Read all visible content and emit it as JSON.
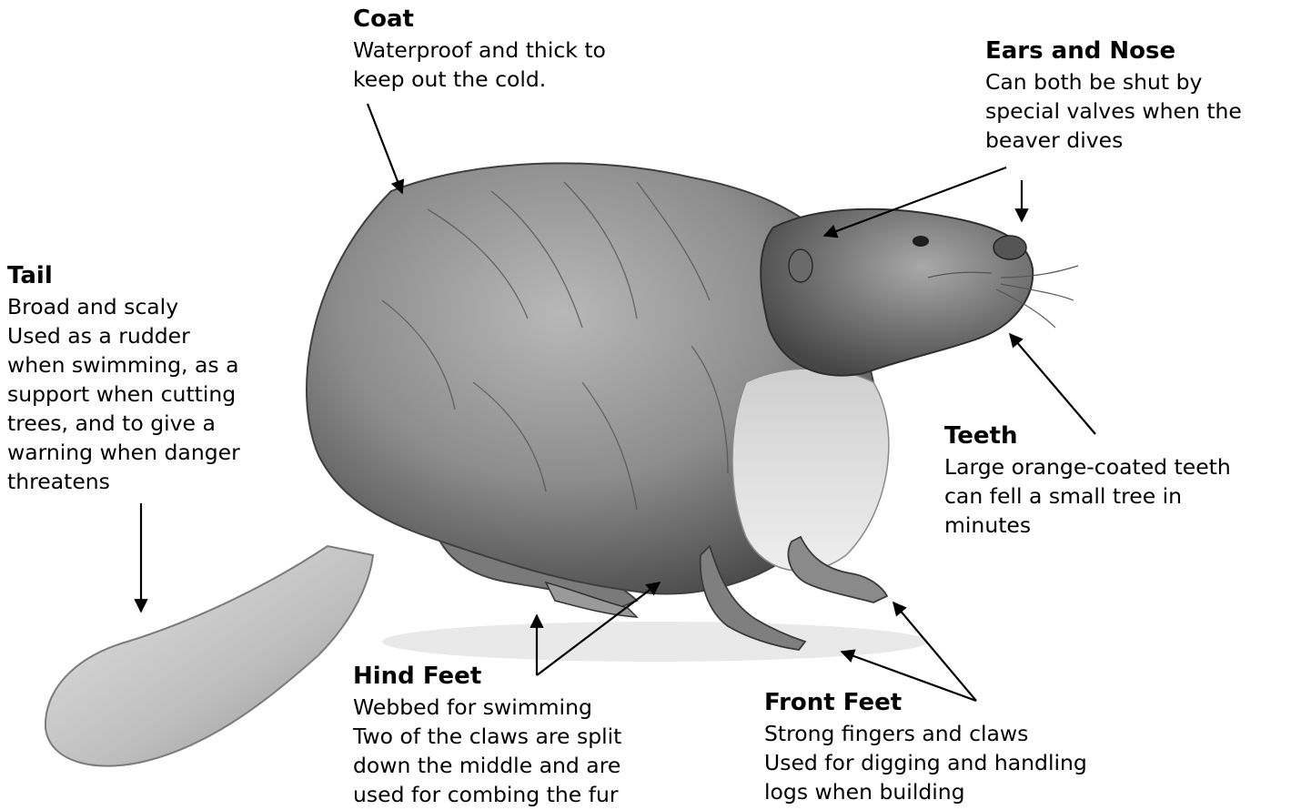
{
  "labels": {
    "coat": {
      "title": "Coat",
      "lines": [
        "Waterproof and thick to",
        "keep out the cold."
      ]
    },
    "ears_nose": {
      "title": "Ears and Nose",
      "lines": [
        "Can both be shut by",
        "special valves when the",
        "beaver dives"
      ]
    },
    "tail": {
      "title": "Tail",
      "lines": [
        "Broad and scaly",
        "Used as a rudder",
        "when swimming, as a",
        "support when cutting",
        "trees, and to give a",
        "warning when danger",
        "threatens"
      ]
    },
    "teeth": {
      "title": "Teeth",
      "lines": [
        "Large orange-coated teeth",
        "can fell a small tree in",
        "minutes"
      ]
    },
    "hind_feet": {
      "title": "Hind Feet",
      "lines": [
        "Webbed for swimming",
        "Two of the claws are split",
        "down the middle and are",
        "used for combing the fur"
      ]
    },
    "front_feet": {
      "title": "Front Feet",
      "lines": [
        "Strong fingers and claws",
        "Used for digging and handling",
        "logs when building"
      ]
    }
  },
  "colors": {
    "fur_dark": "#3f3f3f",
    "fur_mid": "#8a8a8a",
    "fur_light": "#d4d4d4",
    "tail": "#b9b9b9",
    "text": "#000000"
  }
}
